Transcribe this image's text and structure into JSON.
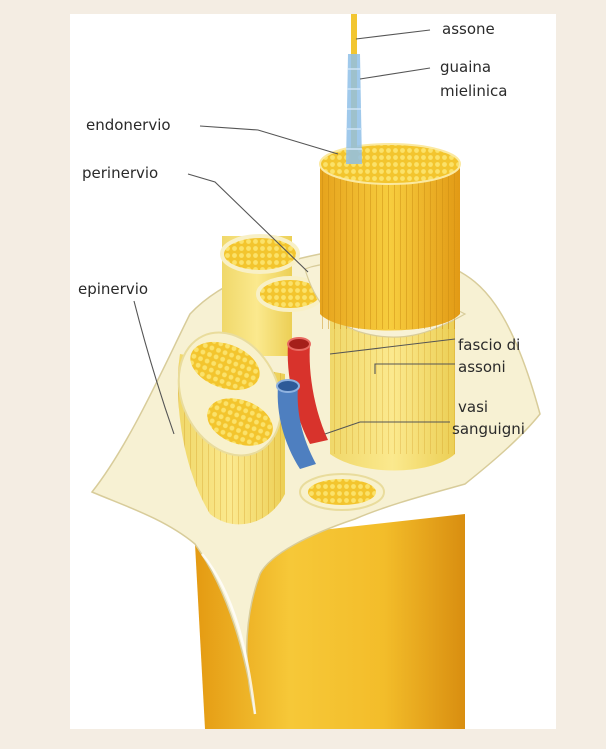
{
  "labels": {
    "assone": "assone",
    "guaina_line1": "guaina",
    "guaina_line2": "mielinica",
    "endonervio": "endonervio",
    "perinervio": "perinervio",
    "epinervio": "epinervio",
    "fascio_line1": "fascio di",
    "fascio_line2": "assoni",
    "vasi_line1": "vasi",
    "vasi_line2": "sanguigni"
  },
  "colors": {
    "background": "#f4ede3",
    "panel": "#ffffff",
    "nerve_yellow": "#f2c631",
    "nerve_orange": "#e9a41a",
    "sheath": "#f6f0d2",
    "artery": "#d8332c",
    "vein": "#4e7fc0",
    "leader_line": "#555555"
  }
}
